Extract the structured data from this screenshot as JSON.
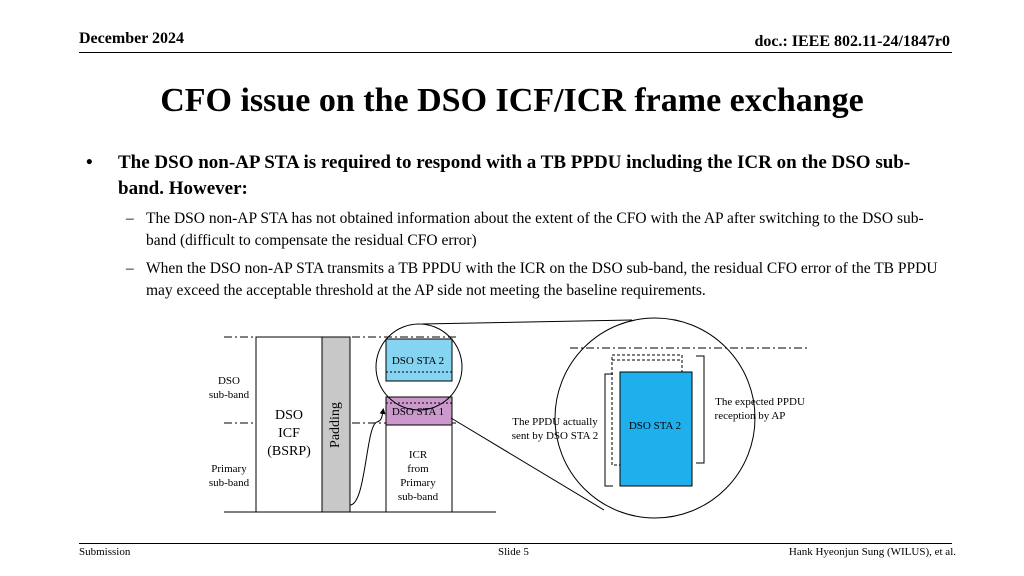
{
  "header": {
    "date": "December 2024",
    "doc": "doc.: IEEE 802.11-24/1847r0"
  },
  "title": "CFO issue on the DSO ICF/ICR frame exchange",
  "bullets": {
    "main_mark": "•",
    "main": "The DSO non-AP STA is required to respond with a TB PPDU including the ICR on the DSO sub-band. However:",
    "sub_mark": "–",
    "sub": [
      "The DSO non-AP STA has not obtained information about the extent of the CFO with the AP after switching to the DSO sub-band (difficult to compensate the residual CFO error)",
      "When the DSO non-AP STA transmits a TB PPDU with the ICR on the DSO sub-band, the residual CFO error of the TB PPDU may exceed the acceptable threshold at the AP side not meeting the baseline requirements."
    ]
  },
  "diagram": {
    "dso_subband_1": "DSO",
    "dso_subband_2": "sub-band",
    "primary_subband_1": "Primary",
    "primary_subband_2": "sub-band",
    "icf_1": "DSO",
    "icf_2": "ICF",
    "icf_3": "(BSRP)",
    "padding": "Padding",
    "dso_sta2": "DSO STA 2",
    "dso_sta1": "DSO STA 1",
    "icr_1": "ICR",
    "icr_2": "from",
    "icr_3": "Primary",
    "icr_4": "sub-band",
    "zoom_sta2": "DSO STA 2",
    "actual_1": "The PPDU actually",
    "actual_2": "sent by DSO STA 2",
    "expected_1": "The expected PPDU",
    "expected_2": "reception by AP",
    "colors": {
      "sta2": "#85d4f2",
      "sta1": "#cc99cc",
      "zoom_sta2": "#1eb0ec",
      "padding": "#c8c8c8"
    }
  },
  "footer": {
    "left": "Submission",
    "center": "Slide 5",
    "right": "Hank Hyeonjun Sung (WILUS), et al."
  }
}
